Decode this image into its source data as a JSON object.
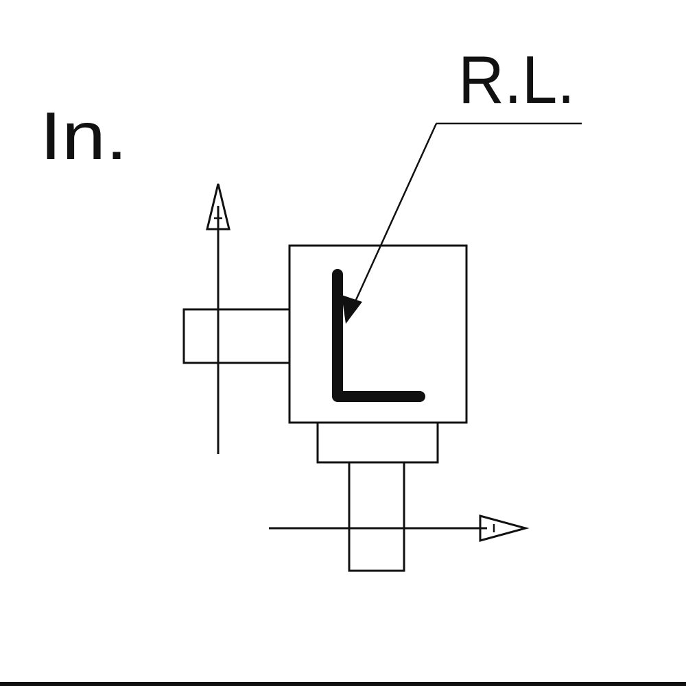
{
  "diagram": {
    "input_label": "In.",
    "callout_label": "R.L.",
    "gear_letter": "L"
  },
  "colors": {
    "line": "#111111",
    "background": "#ffffff"
  }
}
